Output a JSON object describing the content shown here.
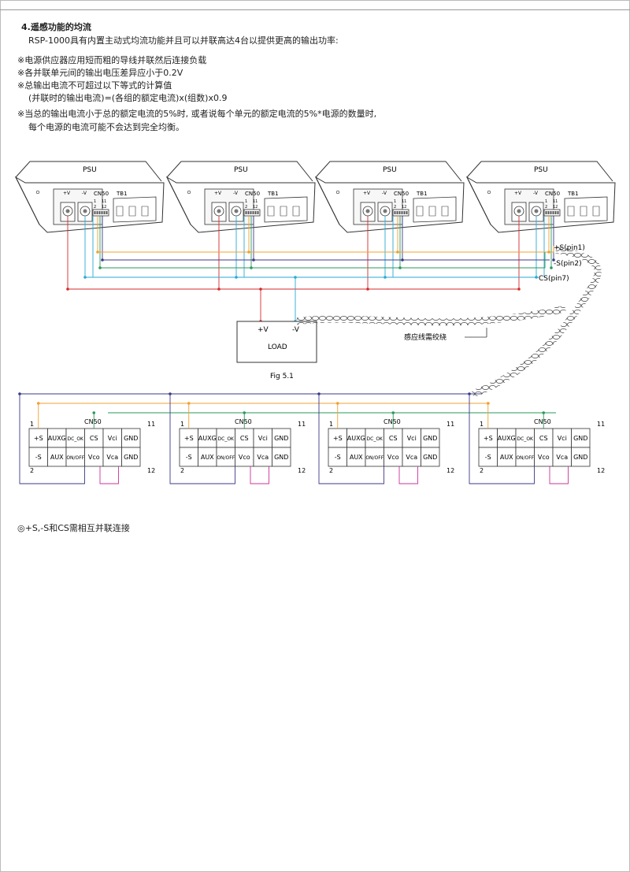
{
  "header": {
    "section_title": "4.遥感功能的均流",
    "intro": "RSP-1000具有内置主动式均流功能并且可以并联高达4台以提供更高的输出功率:"
  },
  "notes": [
    "※电源供应器应用短而粗的导线并联然后连接负载",
    "※各并联单元间的输出电压差异应小于0.2V",
    "※总输出电流不可超过以下等式的计算值",
    "(并联时的输出电流)=(各组的额定电流)x(组数)x0.9",
    "※当总的输出电流小于总的额定电流的5%时, 或者说每个单元的额定电流的5%*电源的数量时,",
    "每个电源的电流可能不会达到完全均衡。"
  ],
  "psu": {
    "label": "PSU",
    "plus_v": "+V",
    "minus_v": "-V",
    "cn50": "CN50",
    "tb1": "TB1",
    "pins": [
      "1",
      "11",
      "2",
      "12"
    ]
  },
  "signals": {
    "plus_s": "+S(pin1)",
    "minus_s": "-S(pin2)",
    "cs": "CS(pin7)"
  },
  "load": {
    "label": "LOAD",
    "plus_v": "+V",
    "minus_v": "-V"
  },
  "twist_note": "感应线需绞绕",
  "figure_caption": "Fig 5.1",
  "connector": {
    "title": "CN50",
    "pin_first": "1",
    "pin_second": "2",
    "pin_eleventh": "11",
    "pin_twelfth": "12",
    "top_row": [
      "+S",
      "AUXG",
      "DC_OK",
      "CS",
      "Vci",
      "GND"
    ],
    "bottom_row": [
      "-S",
      "AUX",
      "ON/OFF",
      "Vco",
      "Vca",
      "GND"
    ]
  },
  "footer_note": "◎+S,-S和CS需相互并联连接",
  "colors": {
    "red": "#d42a2a",
    "orange": "#f0a030",
    "navy": "#3a3a8c",
    "green": "#2a9a5a",
    "cyan": "#2aaad4",
    "magenta": "#cc3399",
    "line": "#333333"
  }
}
